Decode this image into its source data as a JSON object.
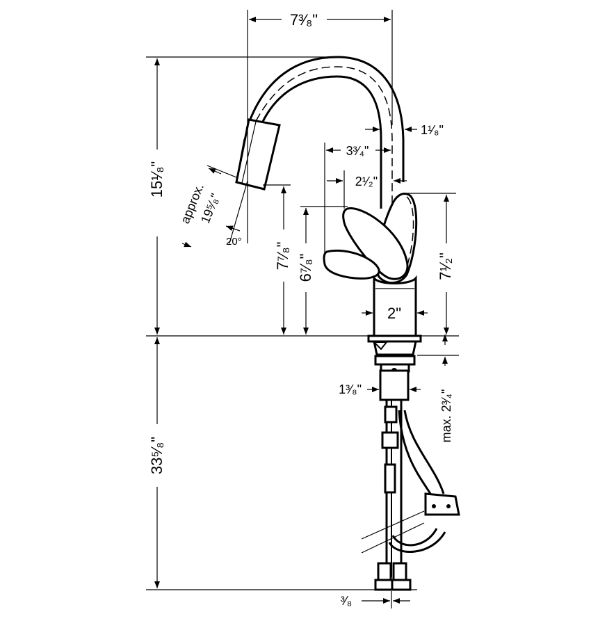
{
  "dimensions": {
    "top_width": "7³⁄₈\"",
    "spout_gap": "1¹⁄₈\"",
    "handle_reach_outer": "3³⁄₄\"",
    "handle_reach_inner": "2¹⁄₂\"",
    "total_height": "15¹⁄₈\"",
    "pullout_length": "19⁵⁄₈\"",
    "approx": "approx.",
    "angle": "20°",
    "outlet_height": "7⁷⁄₈\"",
    "handle_height": "6⁷⁄₈\"",
    "spout_side_height": "7¹⁄₂\"",
    "base_diameter": "2\"",
    "shank_diameter": "1³⁄₈\"",
    "max_deck": "max. 2³⁄₄\"",
    "below_deck": "33⁵⁄₈\"",
    "hose_spacing": "³⁄₈"
  }
}
